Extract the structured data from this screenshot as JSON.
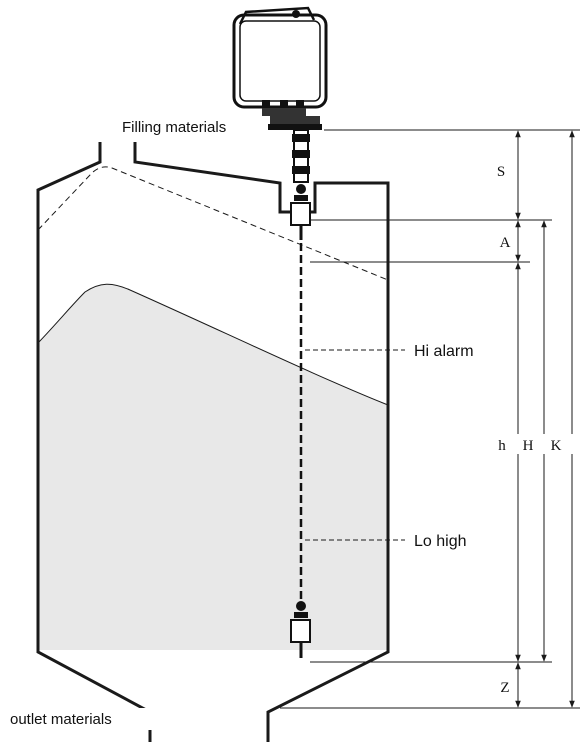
{
  "labels": {
    "filling": "Filling materials",
    "outlet": "outlet materials",
    "hi_alarm": "Hi alarm",
    "lo_high": "Lo high"
  },
  "dimensions": {
    "S": "S",
    "A": "A",
    "h": "h",
    "H": "H",
    "K": "K",
    "Z": "Z"
  },
  "colors": {
    "material_fill": "#e8e8e8",
    "line": "#1a1a1a"
  }
}
